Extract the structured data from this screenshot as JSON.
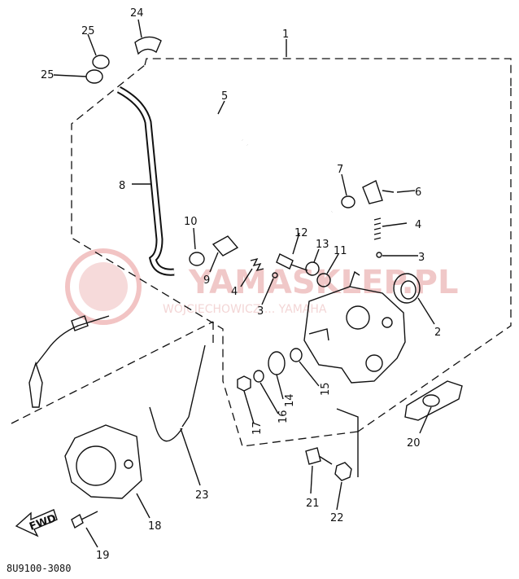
{
  "watermark": {
    "brand": "YAMASKLEP.PL",
    "tagline": "WOJCIECHOWICZ ... YAMAHA"
  },
  "drawing_code": "8U9100-3080",
  "fwd_label": "FWD",
  "callouts": [
    {
      "id": "c1",
      "text": "1"
    },
    {
      "id": "c2",
      "text": "2"
    },
    {
      "id": "c3a",
      "text": "3"
    },
    {
      "id": "c3b",
      "text": "3"
    },
    {
      "id": "c4a",
      "text": "4"
    },
    {
      "id": "c4b",
      "text": "4"
    },
    {
      "id": "c5",
      "text": "5"
    },
    {
      "id": "c6",
      "text": "6"
    },
    {
      "id": "c7",
      "text": "7"
    },
    {
      "id": "c8",
      "text": "8"
    },
    {
      "id": "c9",
      "text": "9"
    },
    {
      "id": "c10",
      "text": "10"
    },
    {
      "id": "c11",
      "text": "11"
    },
    {
      "id": "c12",
      "text": "12"
    },
    {
      "id": "c13",
      "text": "13"
    },
    {
      "id": "c14",
      "text": "14"
    },
    {
      "id": "c15",
      "text": "15"
    },
    {
      "id": "c16",
      "text": "16"
    },
    {
      "id": "c17",
      "text": "17"
    },
    {
      "id": "c18",
      "text": "18"
    },
    {
      "id": "c19",
      "text": "19"
    },
    {
      "id": "c20",
      "text": "20"
    },
    {
      "id": "c21",
      "text": "21"
    },
    {
      "id": "c22",
      "text": "22"
    },
    {
      "id": "c23",
      "text": "23"
    },
    {
      "id": "c24",
      "text": "24"
    },
    {
      "id": "c25a",
      "text": "25"
    },
    {
      "id": "c25b",
      "text": "25"
    }
  ]
}
